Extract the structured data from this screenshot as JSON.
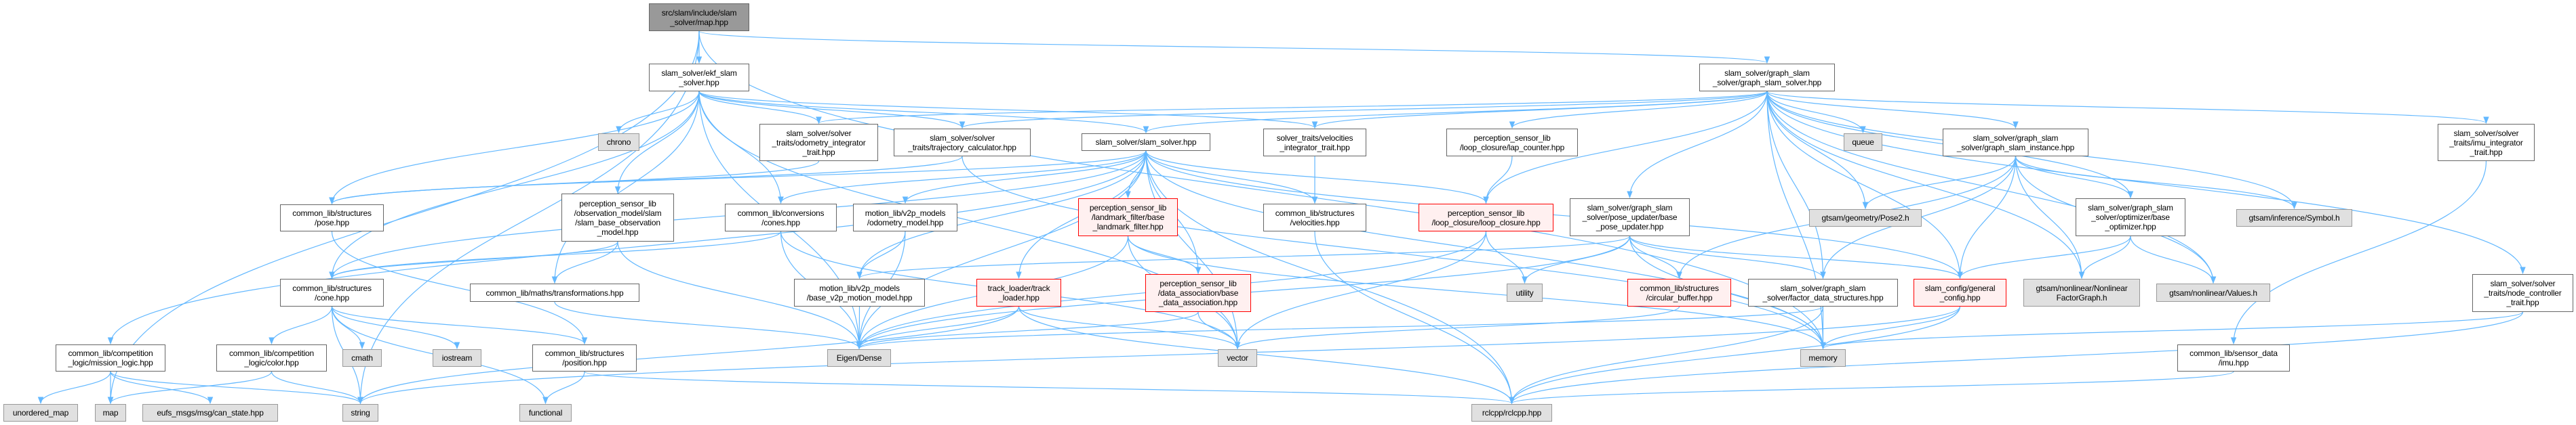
{
  "colors": {
    "edge": "#63b8ff",
    "root_fill": "#999999",
    "external_fill": "#e0e0e0",
    "incomplete_border": "#ff0000",
    "incomplete_fill": "#fff0f0",
    "node_border": "#666666"
  },
  "graph": {
    "nodes": [
      {
        "id": "root",
        "label": "src/slam/include/slam\n_solver/map.hpp",
        "kind": "root"
      },
      {
        "id": "ekf",
        "label": "slam_solver/ekf_slam\n_solver.hpp",
        "kind": "normal"
      },
      {
        "id": "gss",
        "label": "slam_solver/graph_slam\n_solver/graph_slam_solver.hpp",
        "kind": "normal"
      },
      {
        "id": "chrono",
        "label": "chrono",
        "kind": "external"
      },
      {
        "id": "odo_int",
        "label": "slam_solver/solver\n_traits/odometry_integrator\n_trait.hpp",
        "kind": "normal"
      },
      {
        "id": "traj",
        "label": "slam_solver/solver\n_traits/trajectory_calculator.hpp",
        "kind": "normal"
      },
      {
        "id": "slam",
        "label": "slam_solver/slam_solver.hpp",
        "kind": "normal"
      },
      {
        "id": "vel_int",
        "label": "solver_traits/velocities\n_integrator_trait.hpp",
        "kind": "normal"
      },
      {
        "id": "lap",
        "label": "perception_sensor_lib\n/loop_closure/lap_counter.hpp",
        "kind": "normal"
      },
      {
        "id": "queue",
        "label": "queue",
        "kind": "external"
      },
      {
        "id": "gsi",
        "label": "slam_solver/graph_slam\n_solver/graph_slam_instance.hpp",
        "kind": "normal"
      },
      {
        "id": "imu_int",
        "label": "slam_solver/solver\n_traits/imu_integrator\n_trait.hpp",
        "kind": "normal"
      },
      {
        "id": "pose",
        "label": "common_lib/structures\n/pose.hpp",
        "kind": "normal"
      },
      {
        "id": "obs",
        "label": "perception_sensor_lib\n/observation_model/slam\n/slam_base_observation\n_model.hpp",
        "kind": "normal"
      },
      {
        "id": "cones",
        "label": "common_lib/conversions\n/cones.hpp",
        "kind": "normal"
      },
      {
        "id": "odom",
        "label": "motion_lib/v2p_models\n/odometry_model.hpp",
        "kind": "normal"
      },
      {
        "id": "lmf",
        "label": "perception_sensor_lib\n/landmark_filter/base\n_landmark_filter.hpp",
        "kind": "incomplete"
      },
      {
        "id": "vel",
        "label": "common_lib/structures\n/velocities.hpp",
        "kind": "normal"
      },
      {
        "id": "loop",
        "label": "perception_sensor_lib\n/loop_closure/loop_closure.hpp",
        "kind": "incomplete"
      },
      {
        "id": "pupd",
        "label": "slam_solver/graph_slam\n_solver/pose_updater/base\n_pose_updater.hpp",
        "kind": "normal"
      },
      {
        "id": "pose2",
        "label": "gtsam/geometry/Pose2.h",
        "kind": "external"
      },
      {
        "id": "bopt",
        "label": "slam_solver/graph_slam\n_solver/optimizer/base\n_optimizer.hpp",
        "kind": "normal"
      },
      {
        "id": "symbol",
        "label": "gtsam/inference/Symbol.h",
        "kind": "external"
      },
      {
        "id": "cone",
        "label": "common_lib/structures\n/cone.hpp",
        "kind": "normal"
      },
      {
        "id": "transf",
        "label": "common_lib/maths/transformations.hpp",
        "kind": "normal"
      },
      {
        "id": "base_v2p",
        "label": "motion_lib/v2p_models\n/base_v2p_motion_model.hpp",
        "kind": "normal"
      },
      {
        "id": "track",
        "label": "track_loader/track\n_loader.hpp",
        "kind": "incomplete"
      },
      {
        "id": "da",
        "label": "perception_sensor_lib\n/data_association/base\n_data_association.hpp",
        "kind": "incomplete"
      },
      {
        "id": "utility",
        "label": "utility",
        "kind": "external"
      },
      {
        "id": "cbuf",
        "label": "common_lib/structures\n/circular_buffer.hpp",
        "kind": "incomplete"
      },
      {
        "id": "fds",
        "label": "slam_solver/graph_slam\n_solver/factor_data_structures.hpp",
        "kind": "normal"
      },
      {
        "id": "gcfg",
        "label": "slam_config/general\n_config.hpp",
        "kind": "incomplete"
      },
      {
        "id": "nfg",
        "label": "gtsam/nonlinear/Nonlinear\nFactorGraph.h",
        "kind": "external"
      },
      {
        "id": "values",
        "label": "gtsam/nonlinear/Values.h",
        "kind": "external"
      },
      {
        "id": "nodec",
        "label": "slam_solver/solver\n_traits/node_controller\n_trait.hpp",
        "kind": "normal"
      },
      {
        "id": "mission",
        "label": "common_lib/competition\n_logic/mission_logic.hpp",
        "kind": "normal"
      },
      {
        "id": "color",
        "label": "common_lib/competition\n_logic/color.hpp",
        "kind": "normal"
      },
      {
        "id": "cmath",
        "label": "cmath",
        "kind": "external"
      },
      {
        "id": "iostream",
        "label": "iostream",
        "kind": "external"
      },
      {
        "id": "position",
        "label": "common_lib/structures\n/position.hpp",
        "kind": "normal"
      },
      {
        "id": "imu",
        "label": "common_lib/sensor_data\n/imu.hpp",
        "kind": "normal"
      },
      {
        "id": "eigen",
        "label": "Eigen/Dense",
        "kind": "external"
      },
      {
        "id": "vector",
        "label": "vector",
        "kind": "external"
      },
      {
        "id": "memory",
        "label": "memory",
        "kind": "external"
      },
      {
        "id": "umap",
        "label": "unordered_map",
        "kind": "external"
      },
      {
        "id": "mapx",
        "label": "map",
        "kind": "external"
      },
      {
        "id": "eufs",
        "label": "eufs_msgs/msg/can_state.hpp",
        "kind": "external"
      },
      {
        "id": "string",
        "label": "string",
        "kind": "external"
      },
      {
        "id": "functional",
        "label": "functional",
        "kind": "external"
      },
      {
        "id": "rclcpp",
        "label": "rclcpp/rclcpp.hpp",
        "kind": "external"
      }
    ],
    "edges": [
      [
        "root",
        "ekf"
      ],
      [
        "root",
        "gss"
      ],
      [
        "root",
        "mapx"
      ],
      [
        "root",
        "string"
      ],
      [
        "root",
        "memory"
      ],
      [
        "ekf",
        "chrono"
      ],
      [
        "ekf",
        "eigen"
      ],
      [
        "ekf",
        "pose"
      ],
      [
        "ekf",
        "obs"
      ],
      [
        "ekf",
        "cones"
      ],
      [
        "ekf",
        "slam"
      ],
      [
        "ekf",
        "odo_int"
      ],
      [
        "ekf",
        "traj"
      ],
      [
        "ekf",
        "vel_int"
      ],
      [
        "ekf",
        "transf"
      ],
      [
        "ekf",
        "cone"
      ],
      [
        "ekf",
        "vector"
      ],
      [
        "gss",
        "odo_int"
      ],
      [
        "gss",
        "traj"
      ],
      [
        "gss",
        "vel_int"
      ],
      [
        "gss",
        "lap"
      ],
      [
        "gss",
        "slam"
      ],
      [
        "gss",
        "pupd"
      ],
      [
        "gss",
        "queue"
      ],
      [
        "gss",
        "pose2"
      ],
      [
        "gss",
        "gsi"
      ],
      [
        "gss",
        "imu_int"
      ],
      [
        "gss",
        "nodec"
      ],
      [
        "gss",
        "symbol"
      ],
      [
        "gss",
        "values"
      ],
      [
        "gss",
        "fds"
      ],
      [
        "gss",
        "gcfg"
      ],
      [
        "gss",
        "nfg"
      ],
      [
        "gss",
        "bopt"
      ],
      [
        "gss",
        "memory"
      ],
      [
        "gss",
        "loop"
      ],
      [
        "slam",
        "pose"
      ],
      [
        "slam",
        "cone"
      ],
      [
        "slam",
        "odom"
      ],
      [
        "slam",
        "base_v2p"
      ],
      [
        "slam",
        "lmf"
      ],
      [
        "slam",
        "track"
      ],
      [
        "slam",
        "da"
      ],
      [
        "slam",
        "vel"
      ],
      [
        "slam",
        "loop"
      ],
      [
        "slam",
        "eigen"
      ],
      [
        "slam",
        "vector"
      ],
      [
        "slam",
        "memory"
      ],
      [
        "slam",
        "rclcpp"
      ],
      [
        "slam",
        "gcfg"
      ],
      [
        "slam",
        "mission"
      ],
      [
        "slam",
        "cones"
      ],
      [
        "odo_int",
        "pose"
      ],
      [
        "traj",
        "pose"
      ],
      [
        "traj",
        "memory"
      ],
      [
        "vel_int",
        "vel"
      ],
      [
        "lap",
        "loop"
      ],
      [
        "pose",
        "position"
      ],
      [
        "obs",
        "transf"
      ],
      [
        "obs",
        "eigen"
      ],
      [
        "obs",
        "cone"
      ],
      [
        "cone",
        "color"
      ],
      [
        "cone",
        "cmath"
      ],
      [
        "cone",
        "iostream"
      ],
      [
        "cone",
        "string"
      ],
      [
        "cone",
        "position"
      ],
      [
        "cone",
        "functional"
      ],
      [
        "mission",
        "umap"
      ],
      [
        "mission",
        "mapx"
      ],
      [
        "mission",
        "eufs"
      ],
      [
        "mission",
        "string"
      ],
      [
        "color",
        "mapx"
      ],
      [
        "color",
        "string"
      ],
      [
        "position",
        "functional"
      ],
      [
        "position",
        "rclcpp"
      ],
      [
        "transf",
        "eigen"
      ],
      [
        "cones",
        "cone"
      ],
      [
        "cones",
        "eigen"
      ],
      [
        "cones",
        "vector"
      ],
      [
        "odom",
        "base_v2p"
      ],
      [
        "odom",
        "eigen"
      ],
      [
        "base_v2p",
        "eigen"
      ],
      [
        "lmf",
        "da"
      ],
      [
        "lmf",
        "eigen"
      ],
      [
        "lmf",
        "vector"
      ],
      [
        "lmf",
        "memory"
      ],
      [
        "track",
        "eigen"
      ],
      [
        "track",
        "vector"
      ],
      [
        "track",
        "string"
      ],
      [
        "track",
        "rclcpp"
      ],
      [
        "da",
        "eigen"
      ],
      [
        "da",
        "vector"
      ],
      [
        "vel",
        "rclcpp"
      ],
      [
        "loop",
        "utility"
      ],
      [
        "loop",
        "vector"
      ],
      [
        "loop",
        "eigen"
      ],
      [
        "pupd",
        "utility"
      ],
      [
        "pupd",
        "cbuf"
      ],
      [
        "pupd",
        "fds"
      ],
      [
        "pupd",
        "gcfg"
      ],
      [
        "pupd",
        "memory"
      ],
      [
        "pupd",
        "eigen"
      ],
      [
        "pupd",
        "base_v2p"
      ],
      [
        "cbuf",
        "vector"
      ],
      [
        "fds",
        "memory"
      ],
      [
        "fds",
        "rclcpp"
      ],
      [
        "fds",
        "eigen"
      ],
      [
        "gcfg",
        "memory"
      ],
      [
        "gcfg",
        "rclcpp"
      ],
      [
        "gcfg",
        "string"
      ],
      [
        "gsi",
        "bopt"
      ],
      [
        "gsi",
        "symbol"
      ],
      [
        "gsi",
        "values"
      ],
      [
        "gsi",
        "nfg"
      ],
      [
        "gsi",
        "gcfg"
      ],
      [
        "gsi",
        "cbuf"
      ],
      [
        "gsi",
        "fds"
      ],
      [
        "gsi",
        "pose2"
      ],
      [
        "bopt",
        "gcfg"
      ],
      [
        "bopt",
        "nfg"
      ],
      [
        "bopt",
        "values"
      ],
      [
        "imu_int",
        "imu"
      ],
      [
        "nodec",
        "rclcpp"
      ],
      [
        "nodec",
        "memory"
      ],
      [
        "imu",
        "rclcpp"
      ]
    ]
  }
}
